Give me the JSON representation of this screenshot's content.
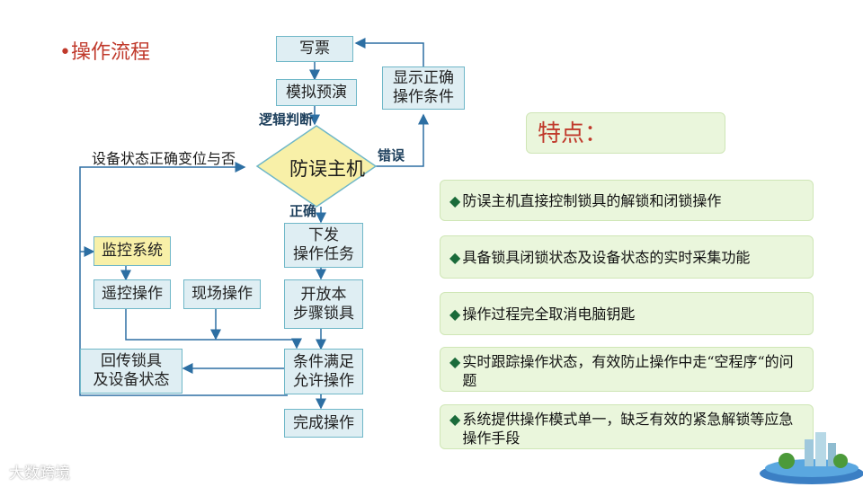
{
  "title": "•操作流程",
  "flow": {
    "write_ticket": "写票",
    "simulate": "模拟预演",
    "logic_judge": "逻辑判断",
    "host": "防误主机",
    "error": "错误",
    "correct": "正确",
    "show_conditions": "显示正确\n操作条件",
    "device_state": "设备状态正确变位与否",
    "issue_task": "下发\n操作任务",
    "unlock": "开放本\n步骤锁具",
    "monitor": "监控系统",
    "remote_op": "遥控操作",
    "field_op": "现场操作",
    "feedback": "回传锁具\n及设备状态",
    "condition_ok": "条件满足\n允许操作",
    "done": "完成操作"
  },
  "features": {
    "title": "特点：",
    "items": [
      "防误主机直接控制锁具的解锁和闭锁操作",
      "具备锁具闭锁状态及设备状态的实时采集功能",
      "操作过程完全取消电脑钥匙",
      "实时跟踪操作状态，有效防止操作中走“空程序“的问题",
      "系统提供操作模式单一，缺乏有效的紧急解锁等应急操作手段"
    ],
    "bullet": "◆"
  },
  "watermark": "大数跨境",
  "colors": {
    "box_fill": "#dfeef3",
    "box_border": "#6fb7c8",
    "diamond_fill": "#f8f0a8",
    "arrow": "#2d6fa3",
    "feature_fill": "#eaf6dc",
    "title_red": "#c0392b"
  }
}
